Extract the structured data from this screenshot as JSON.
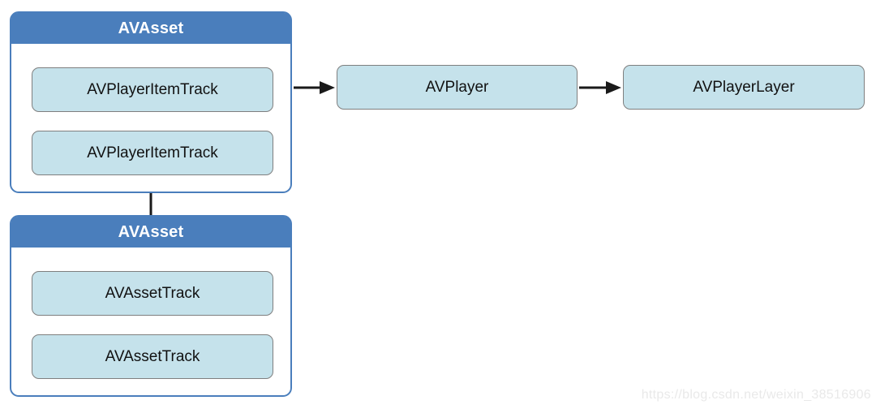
{
  "diagram": {
    "groups": [
      {
        "title": "AVAsset",
        "items": [
          "AVPlayerItemTrack",
          "AVPlayerItemTrack"
        ]
      },
      {
        "title": "AVAsset",
        "items": [
          "AVAssetTrack",
          "AVAssetTrack"
        ]
      }
    ],
    "nodes": [
      {
        "label": "AVPlayer"
      },
      {
        "label": "AVPlayerLayer"
      }
    ],
    "connections": [
      {
        "from": "AVAsset (top)",
        "to": "AVPlayer",
        "type": "arrow"
      },
      {
        "from": "AVPlayer",
        "to": "AVPlayerLayer",
        "type": "arrow"
      },
      {
        "from": "AVAsset (top)",
        "to": "AVAsset (bottom)",
        "type": "line"
      }
    ],
    "colors": {
      "header_blue": "#4a7ebc",
      "container_border": "#4a7ebc",
      "node_fill": "#c5e2eb",
      "node_border": "#7f7f7f",
      "arrow_black": "#1a1a1a",
      "header_text": "#ffffff"
    }
  },
  "watermark": "https://blog.csdn.net/weixin_38516906"
}
